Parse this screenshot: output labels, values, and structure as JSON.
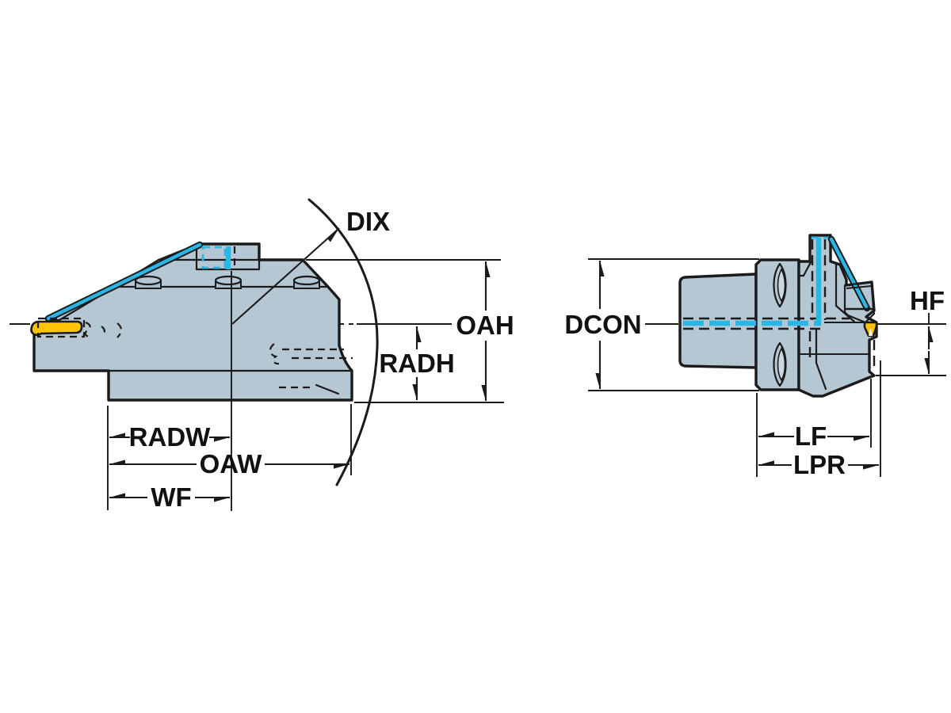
{
  "drawing": {
    "kind": "tool-holder dimensional drawing",
    "views": {
      "left": {
        "labels": {
          "dix": "DIX",
          "oah": "OAH",
          "radh": "RADH",
          "radw": "RADW",
          "oaw": "OAW",
          "wf": "WF"
        }
      },
      "right": {
        "labels": {
          "dcon": "DCON",
          "hf": "HF",
          "lf": "LF",
          "lpr": "LPR"
        }
      }
    },
    "colors": {
      "body": "#b6c7d4",
      "body_shade": "#a9bdcb",
      "slot_dark": "#9cb1c1",
      "slot_highlight": "#ccd8e1",
      "coolant_cyan": "#2bb7e5",
      "insert_yellow": "#ffc408",
      "line_black": "#1b1b1b",
      "background": "#ffffff"
    }
  }
}
